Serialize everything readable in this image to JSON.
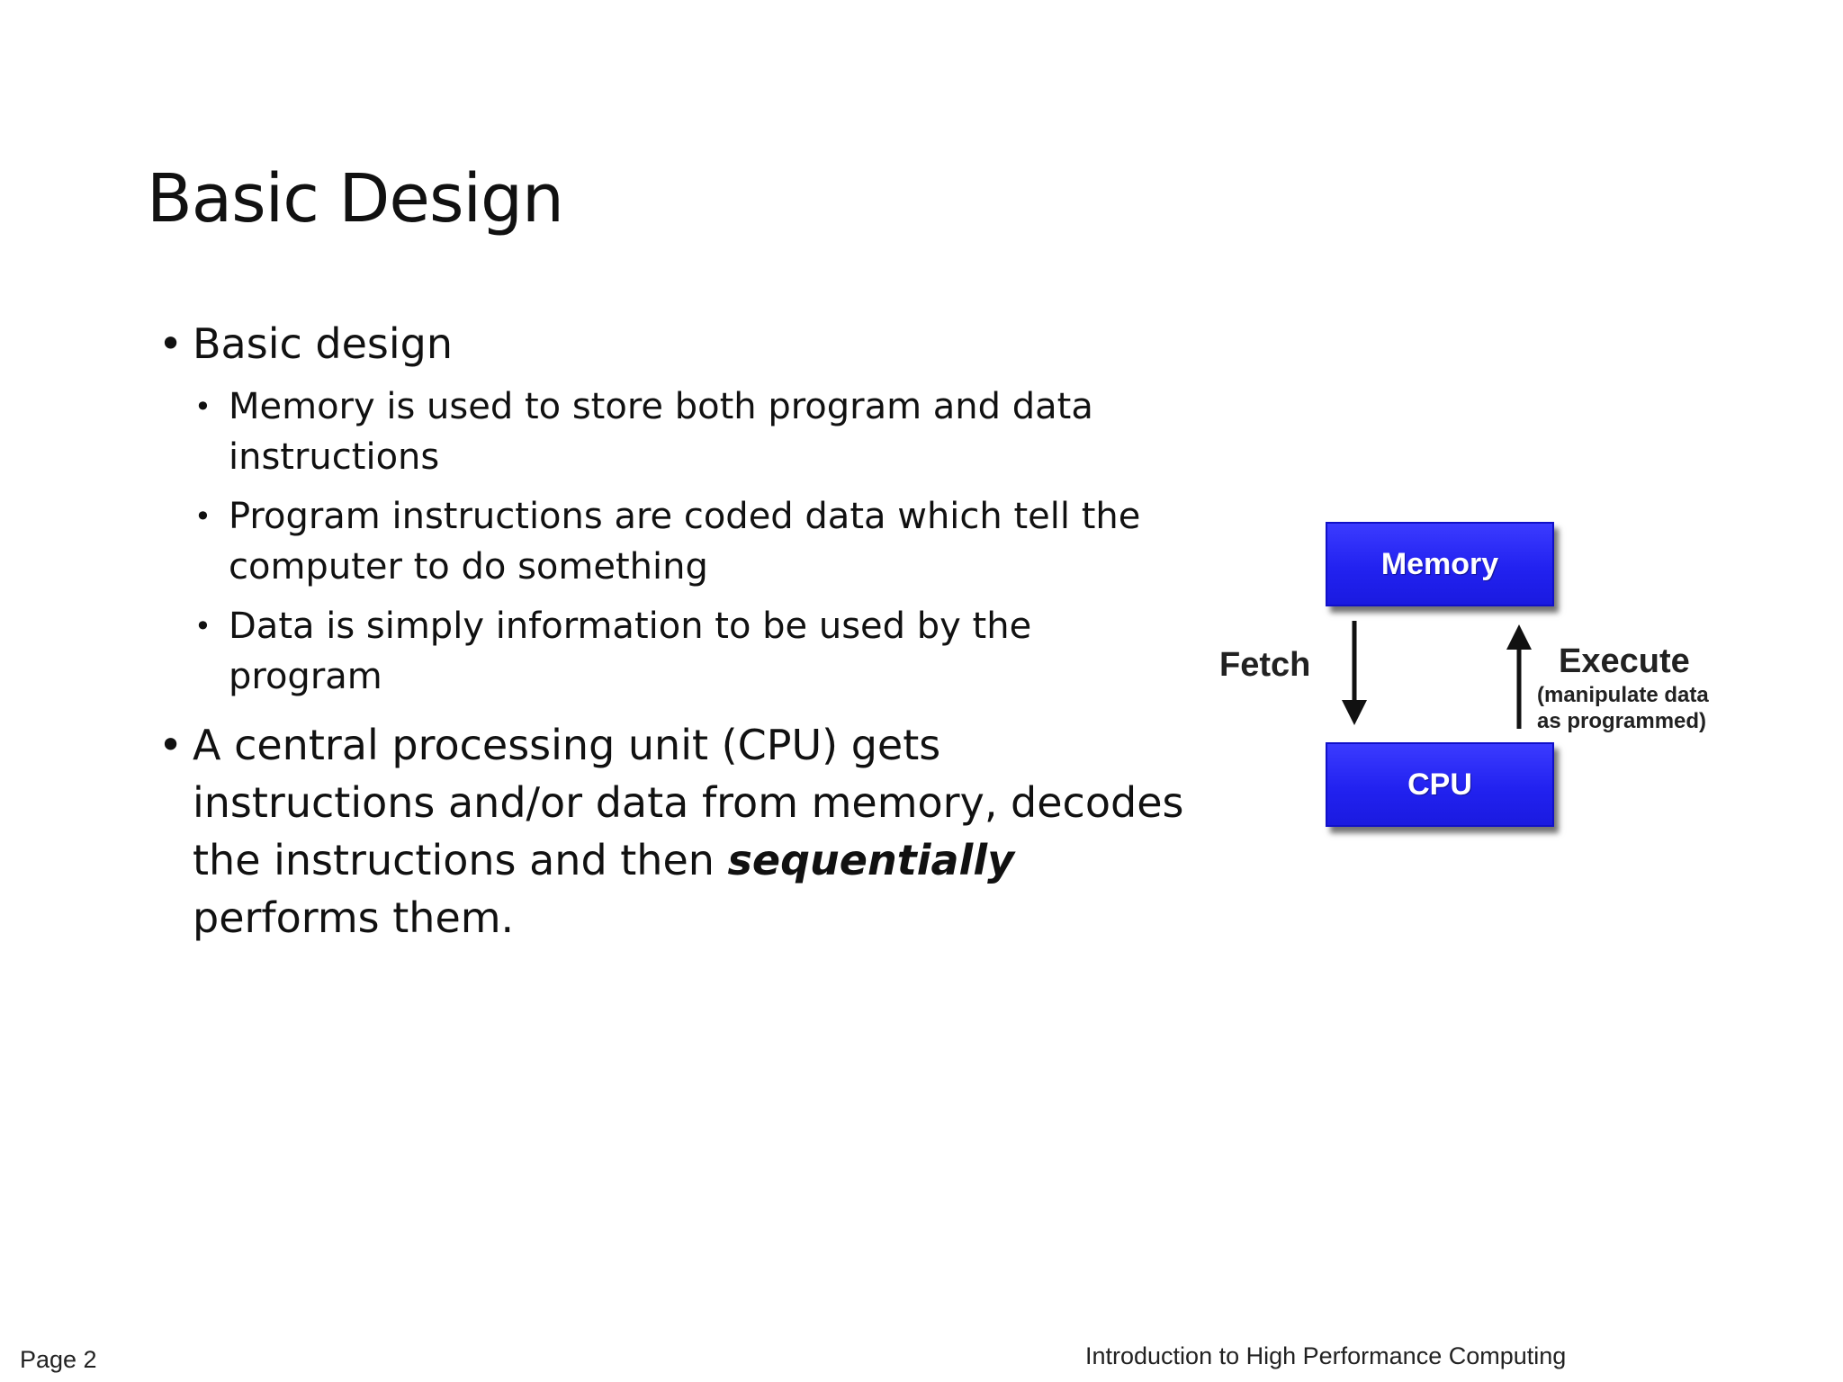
{
  "slide": {
    "title": "Basic Design",
    "bullets": [
      {
        "text": "Basic design",
        "sub": [
          "Memory is used to store both program and data instructions",
          "Program instructions are coded data which tell the computer to do something",
          "Data is simply information to be used by the program"
        ]
      },
      {
        "text_before": "A central processing unit (CPU) gets instructions and/or data from memory, decodes the instructions and then ",
        "text_emphasis": "sequentially",
        "text_after": " performs them."
      }
    ]
  },
  "diagram": {
    "memory_label": "Memory",
    "cpu_label": "CPU",
    "fetch_label": "Fetch",
    "execute_label": "Execute",
    "execute_sub_line1": "(manipulate data",
    "execute_sub_line2": "as programmed)",
    "box_color": "#2a2af5"
  },
  "footer": {
    "page": "Page 2",
    "course": "Introduction to High Performance Computing"
  }
}
